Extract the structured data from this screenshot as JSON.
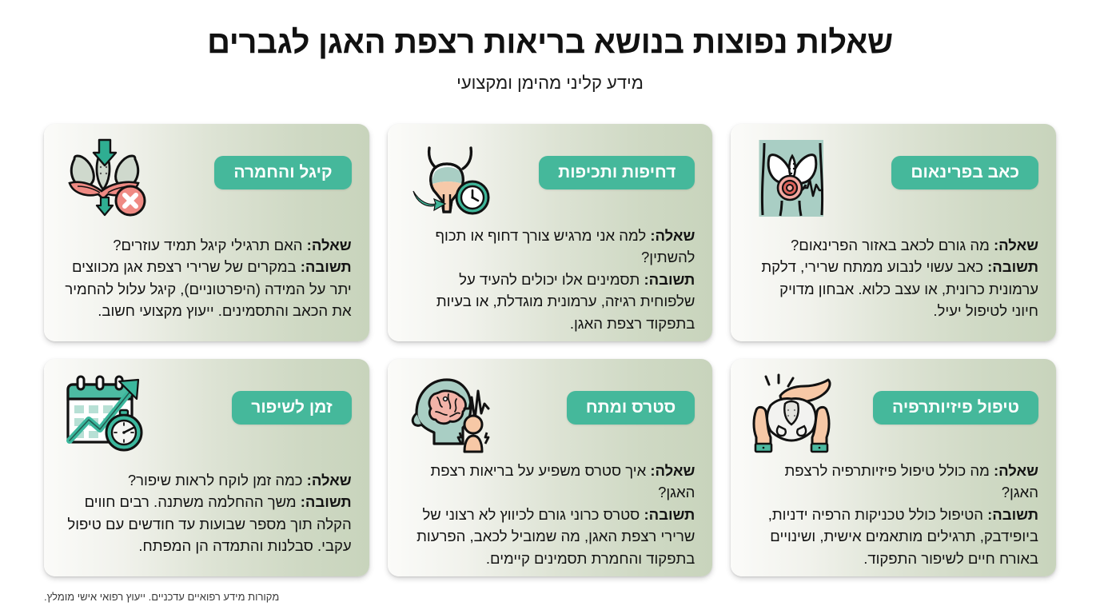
{
  "header": {
    "title": "שאלות נפוצות בנושא בריאות רצפת האגן לגברים",
    "subtitle": "מידע קליני מהימן ומקצועי"
  },
  "colors": {
    "badge_teal": "#45b89b",
    "card_sage": "#c8d4bc",
    "card_light": "#fbfbf9",
    "accent_red": "#e8837e",
    "skin_peach": "#f5c5a4",
    "text_dark": "#131313",
    "page_background": "#ffffff"
  },
  "labels": {
    "question": "שאלה:",
    "answer": "תשובה:"
  },
  "cards": [
    {
      "badge": "כאב בפרינאום",
      "icon": "pelvis-pain-icon",
      "question": "מה גורם לכאב באזור הפרינאום?",
      "answer": "כאב עשוי לנבוע ממתח שרירי, דלקת ערמונית כרונית, או עצב כלוא. אבחון מדויק חיוני לטיפול יעיל."
    },
    {
      "badge": "דחיפות ותכיפות",
      "icon": "bladder-clock-icon",
      "question": "למה אני מרגיש צורך דחוף או תכוף להשתין?",
      "answer": "תסמינים אלו יכולים להעיד על שלפוחית רגיזה, ערמונית מוגדלת, או בעיות בתפקוד רצפת האגן."
    },
    {
      "badge": "קיגל והחמרה",
      "icon": "pelvis-pressure-x-icon",
      "question": "האם תרגילי קיגל תמיד עוזרים?",
      "answer": "במקרים של שרירי רצפת אגן מכווצים יתר על המידה (היפרטוניים), קיגל עלול להחמיר את הכאב והתסמינים. ייעוץ מקצועי חשוב."
    },
    {
      "badge": "טיפול פיזיותרפיה",
      "icon": "hands-pelvis-icon",
      "question": "מה כולל טיפול פיזיותרפיה לרצפת האגן?",
      "answer": "הטיפול כולל טכניקות הרפיה ידניות, ביופידבק, תרגילים מותאמים אישית, ושינויים באורח חיים לשיפור התפקוד."
    },
    {
      "badge": "סטרס ומתח",
      "icon": "brain-stress-icon",
      "question": "איך סטרס משפיע על בריאות רצפת האגן?",
      "answer": "סטרס כרוני גורם לכיווץ לא רצוני של שרירי רצפת האגן, מה שמוביל לכאב, הפרעות בתפקוד והחמרת תסמינים קיימים."
    },
    {
      "badge": "זמן לשיפור",
      "icon": "calendar-progress-stopwatch-icon",
      "question": "כמה זמן לוקח לראות שיפור?",
      "answer": "משך ההחלמה משתנה. רבים חווים הקלה תוך מספר שבועות עד חודשים עם טיפול עקבי. סבלנות והתמדה הן המפתח."
    }
  ],
  "footer": {
    "note": "מקורות מידע רפואיים עדכניים. ייעוץ רפואי אישי מומלץ."
  }
}
